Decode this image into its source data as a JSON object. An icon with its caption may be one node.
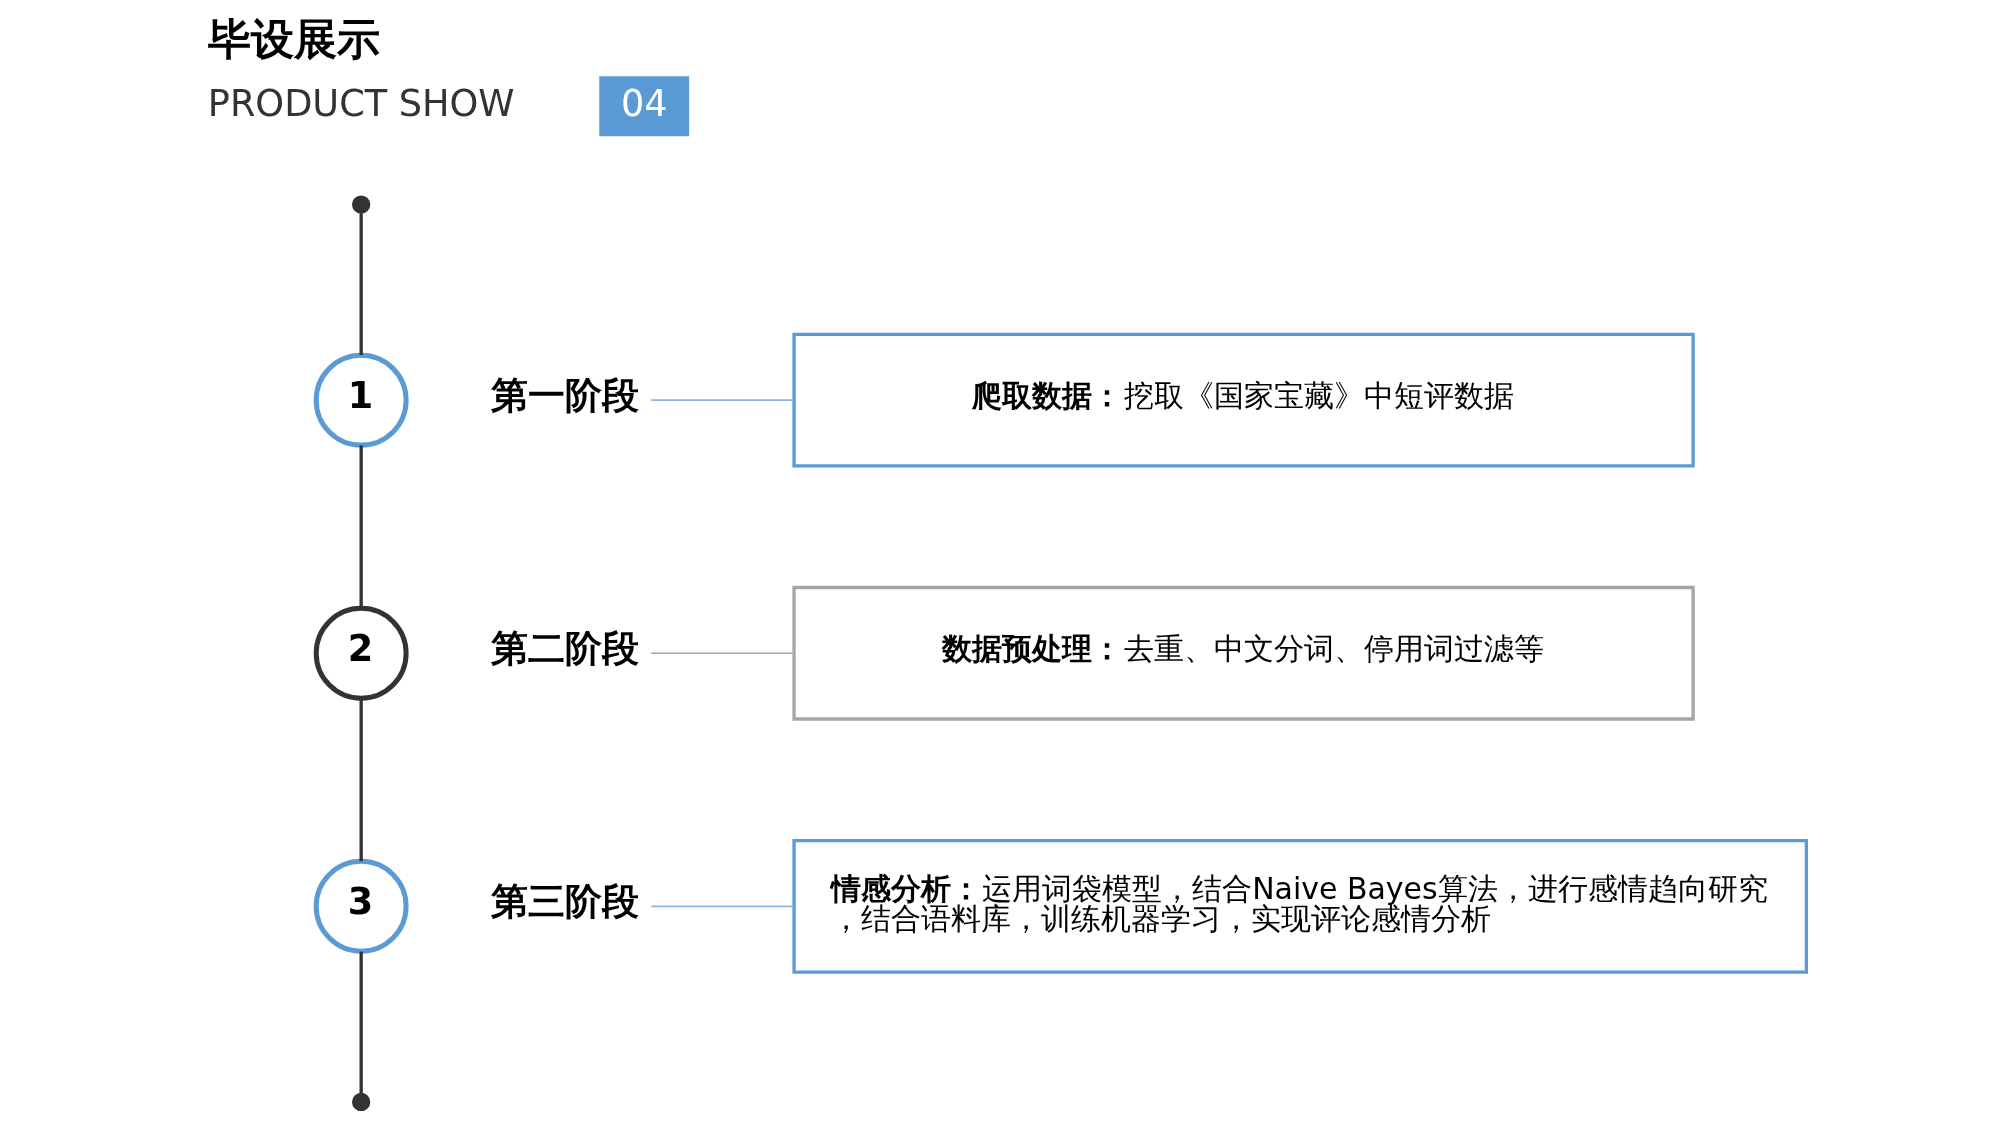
{
  "diagram": {
    "title": "毕设展示",
    "nodes": [
      {
        "text": [],
        "shape": "circle"
      },
      {
        "text": [
          "1"
        ]
      },
      {
        "text": [
          "第一阶段"
        ]
      },
      {
        "text": [
          "**爬取数据：**挖取《国家宝藏》中短评数据"
        ]
      },
      {
        "text": [
          "2"
        ]
      },
      {
        "text": [
          "第二阶段"
        ]
      },
      {
        "text": [
          "**数据预处理：**去重、中文分词、停用词过滤等"
        ]
      },
      {
        "text": [
          "3"
        ]
      },
      {
        "text": [
          "第三阶段"
        ]
      },
      {
        "text": [
          "**情感分析：**运用词袋模型，结合Naive Bayes算法，进行感情趋向研究，结合语料库，训练机器学习，实现评论感情分析"
        ]
      },
      {
        "text": [],
        "shape": "circle"
      }
    ],
    "edges": [
      {
        "from": 0,
        "to": 1,
        "arrow": "none"
      },
      {
        "from": 1,
        "to": 4,
        "arrow": "none"
      },
      {
        "from": 4,
        "to": 7,
        "arrow": "none"
      },
      {
        "from": 7,
        "to": 10,
        "arrow": "none"
      },
      {
        "from": 2,
        "to": 3,
        "arrow": "none",
        "color": "#8fb4e3"
      },
      {
        "from": 5,
        "to": 6,
        "arrow": "none",
        "color": "#a6a6a6"
      },
      {
        "from": 8,
        "to": 9,
        "arrow": "none",
        "color": "#8fb4e3"
      }
    ],
    "labels": [
      "04",
      "PRODUCT SHOW"
    ]
  }
}
